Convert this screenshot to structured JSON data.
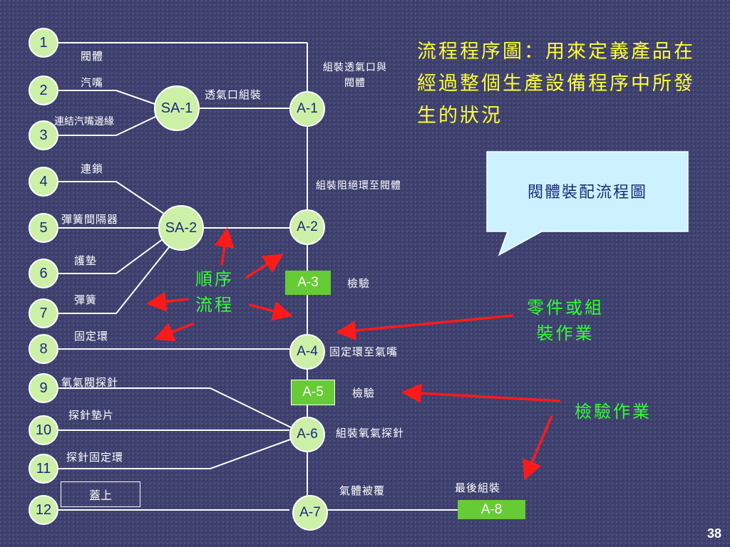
{
  "title": "流程程序圖：用來定義產品在經過整個生產設備程序中所發生的狀況",
  "callout": "閥體裝配流程圖",
  "page_number": "38",
  "parts": [
    {
      "num": "1",
      "label": "閥體"
    },
    {
      "num": "2",
      "label": "汽嘴"
    },
    {
      "num": "3",
      "label": "連結汽嘴邊緣"
    },
    {
      "num": "4",
      "label": "連鎖"
    },
    {
      "num": "5",
      "label": "彈簧間隔器"
    },
    {
      "num": "6",
      "label": "護墊"
    },
    {
      "num": "7",
      "label": "彈簧"
    },
    {
      "num": "8",
      "label": "固定環"
    },
    {
      "num": "9",
      "label": "氧氣閥探針"
    },
    {
      "num": "10",
      "label": "探針墊片"
    },
    {
      "num": "11",
      "label": "探針固定環"
    },
    {
      "num": "12",
      "label": "蓋上"
    }
  ],
  "subassemblies": {
    "sa1": {
      "id": "SA-1",
      "label": "透氣口組裝"
    },
    "sa2": {
      "id": "SA-2"
    }
  },
  "operations": {
    "a1": {
      "id": "A-1",
      "label": "組裝透氣口與閥體"
    },
    "a2": {
      "id": "A-2",
      "label": "組裝阻絕環至閥體"
    },
    "a3": {
      "id": "A-3",
      "label": "檢驗"
    },
    "a4": {
      "id": "A-4",
      "label": "固定環至氣嘴"
    },
    "a5": {
      "id": "A-5",
      "label": "檢驗"
    },
    "a6": {
      "id": "A-6",
      "label": "組裝氧氣探針"
    },
    "a7": {
      "id": "A-7",
      "label": "氣體被覆"
    },
    "a8": {
      "id": "A-8",
      "label": "最後組裝"
    }
  },
  "annotations": {
    "sequence": "順序流程",
    "parts_or_assembly": "零件或組裝作業",
    "inspection": "檢驗作業"
  },
  "colors": {
    "background": "#3f4170",
    "node_fill": "#ccf0a8",
    "inspection_fill": "#66cc33",
    "title": "#ffff33",
    "annotation": "#33ff33",
    "arrow": "#ff1a1a",
    "callout_fill": "#ccf2ff"
  }
}
